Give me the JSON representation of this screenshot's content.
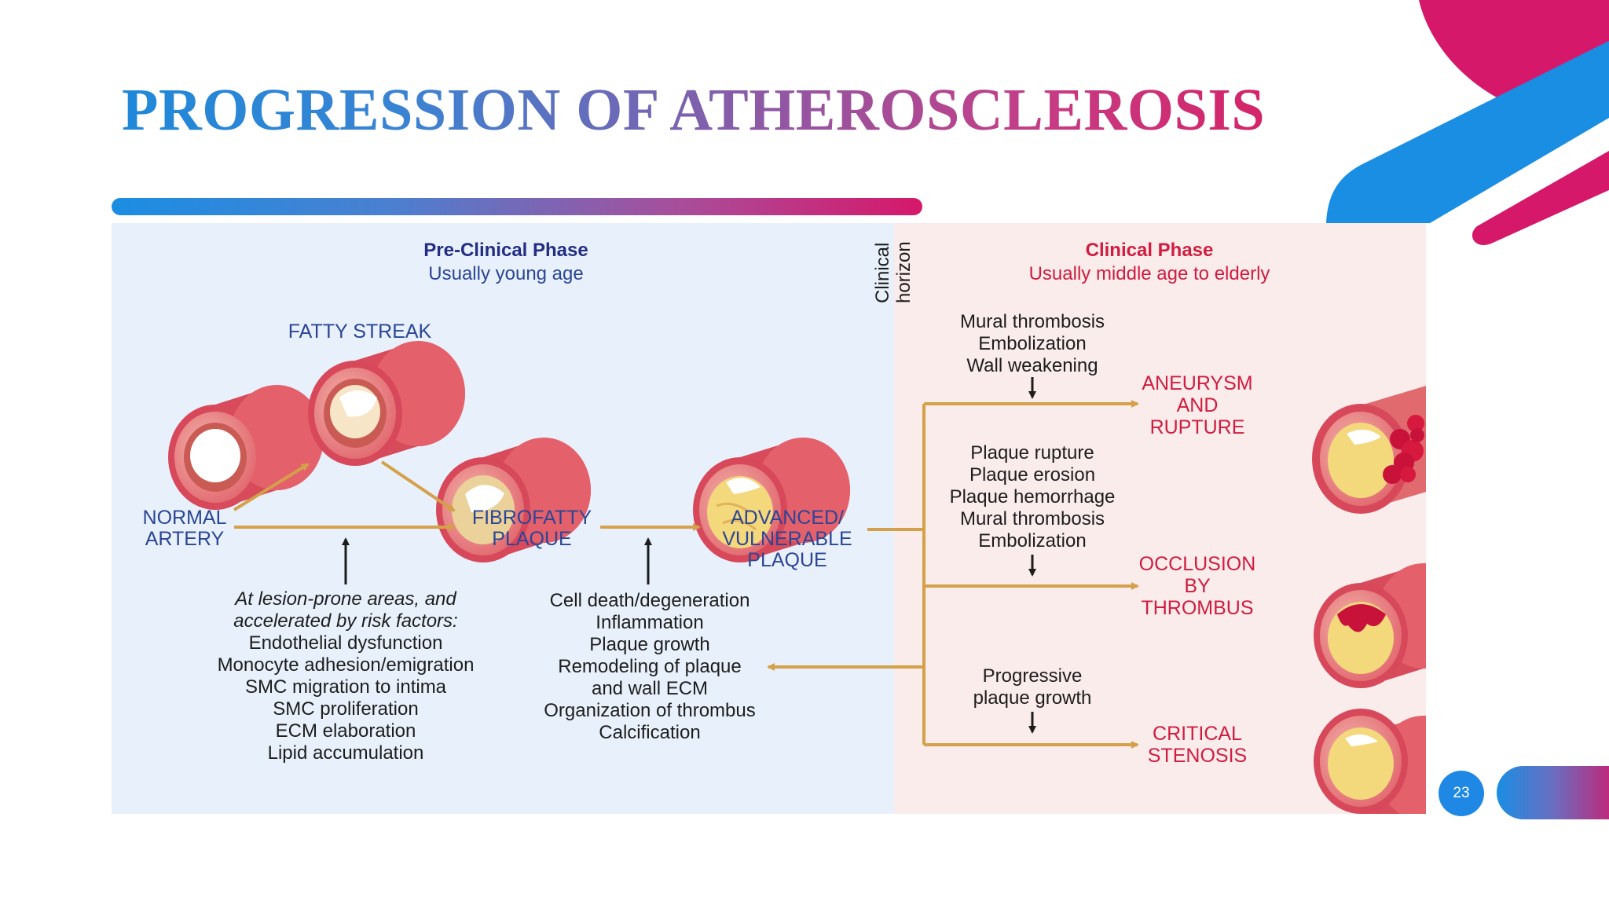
{
  "slide": {
    "title": "PROGRESSION OF ATHEROSCLEROSIS",
    "page_number": "23"
  },
  "colors": {
    "title_gradient": [
      "#1f88d8",
      "#8b5aa6",
      "#d42468"
    ],
    "accent_blue": "#1f88e5",
    "accent_pink": "#d6186a",
    "preclinical_bg": "#e8f1fb",
    "clinical_bg": "#fbecec",
    "arrow": "#d4a04a"
  },
  "diagram": {
    "preclinical": {
      "title": "Pre-Clinical Phase",
      "subtitle": "Usually young age"
    },
    "horizon": [
      "Clinical",
      "horizon"
    ],
    "clinical": {
      "title": "Clinical Phase",
      "subtitle": "Usually middle age to elderly"
    },
    "stages": {
      "fatty_streak": "FATTY STREAK",
      "normal_artery": [
        "NORMAL",
        "ARTERY"
      ],
      "fibrofatty": [
        "FIBROFATTY",
        "PLAQUE"
      ],
      "advanced": [
        "ADVANCED/",
        "VULNERABLE",
        "PLAQUE"
      ]
    },
    "risk_factors": {
      "intro": [
        "At lesion-prone areas, and",
        "accelerated by risk factors:"
      ],
      "items": [
        "Endothelial dysfunction",
        "Monocyte adhesion/emigration",
        "SMC migration to intima",
        "SMC proliferation",
        "ECM elaboration",
        "Lipid accumulation"
      ]
    },
    "progression_factors": [
      "Cell death/degeneration",
      "Inflammation",
      "Plaque growth",
      "Remodeling of plaque",
      "and wall ECM",
      "Organization of thrombus",
      "Calcification"
    ],
    "outcome_causes": {
      "aneurysm": [
        "Mural thrombosis",
        "Embolization",
        "Wall weakening"
      ],
      "occlusion": [
        "Plaque rupture",
        "Plaque erosion",
        "Plaque hemorrhage",
        "Mural thrombosis",
        "Embolization"
      ],
      "stenosis": [
        "Progressive",
        "plaque growth"
      ]
    },
    "outcomes": {
      "aneurysm": [
        "ANEURYSM",
        "AND",
        "RUPTURE"
      ],
      "occlusion": [
        "OCCLUSION",
        "BY",
        "THROMBUS"
      ],
      "stenosis": [
        "CRITICAL",
        "STENOSIS"
      ]
    }
  }
}
